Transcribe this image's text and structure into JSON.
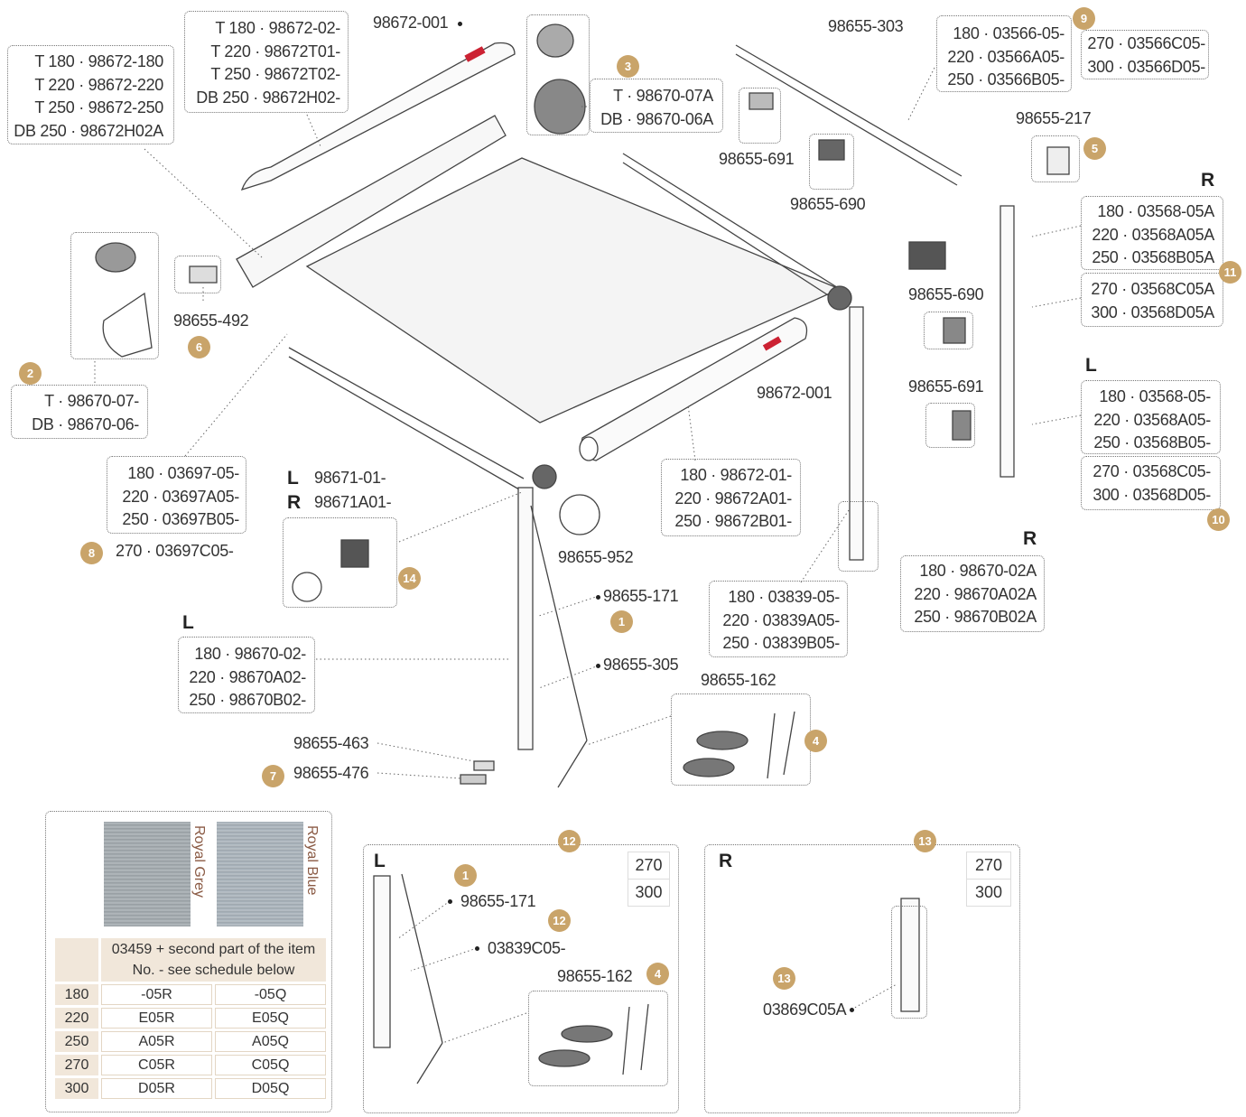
{
  "top_rail_parts": {
    "left_label_lines": [
      "T 180 · 98672-180",
      "T 220 · 98672-220",
      "T 250 · 98672-250",
      "DB 250 · 98672H02A"
    ],
    "center_label_lines": [
      "T 180 · 98672-02-",
      "T 220 · 98672T01-",
      "T 250 · 98672T02-",
      "DB 250 · 98672H02-"
    ],
    "cover_part": "98672-001"
  },
  "end_cap_3": {
    "badge": "3",
    "lines": [
      "T · 98670-07A",
      "DB · 98670-06A"
    ]
  },
  "end_cap_2": {
    "badge": "2",
    "lines": [
      "T · 98670-07-",
      "DB · 98670-06-"
    ]
  },
  "bracket_6": {
    "badge": "6",
    "part": "98655-492"
  },
  "rafter_9": {
    "part": "98655-303",
    "badge": "9",
    "lines_a": [
      "180 · 03566-05-",
      "220 · 03566A05-",
      "250 · 03566B05-"
    ],
    "lines_b": [
      "270 · 03566C05-",
      "300 · 03566D05-"
    ]
  },
  "clips": {
    "part_691_top": "98655-691",
    "part_690_top": "98655-690",
    "part_690_mid": "98655-690",
    "part_691_mid": "98655-691"
  },
  "part_5": {
    "badge": "5",
    "part": "98655-217"
  },
  "leg_11": {
    "side": "R",
    "badge": "11",
    "lines_a": [
      "180 · 03568-05A",
      "220 · 03568A05A",
      "250 · 03568B05A"
    ],
    "lines_b": [
      "270 · 03568C05A",
      "300 · 03568D05A"
    ]
  },
  "leg_10": {
    "side": "L",
    "badge": "10",
    "lines_a": [
      "180 · 03568-05-",
      "220 · 03568A05-",
      "250 · 03568B05-"
    ],
    "lines_b": [
      "270 · 03568C05-",
      "300 · 03568D05-"
    ]
  },
  "front_cover": {
    "part": "98672-001",
    "lines": [
      "180 · 98672-01-",
      "220 · 98672A01-",
      "250 · 98672B01-"
    ]
  },
  "rafter_8": {
    "badge": "8",
    "lines": [
      "180 · 03697-05-",
      "220 · 03697A05-",
      "250 · 03697B05-"
    ],
    "extra": "270 · 03697C05-"
  },
  "kit_14": {
    "badge": "14",
    "side_l": "L",
    "side_r": "R",
    "part_l": "98671-01-",
    "part_r": "98671A01-"
  },
  "part_952": "98655-952",
  "leg_right_front": {
    "lines": [
      "180 · 03839-05-",
      "220 · 03839A05-",
      "250 · 03839B05-"
    ]
  },
  "leg_r_side": {
    "side": "R",
    "lines": [
      "180 · 98670-02A",
      "220 · 98670A02A",
      "250 · 98670B02A"
    ]
  },
  "leg_l_side": {
    "side": "L",
    "lines": [
      "180 · 98670-02-",
      "220 · 98670A02-",
      "250 · 98670B02-"
    ]
  },
  "part_1": {
    "badge": "1",
    "part": "98655-171"
  },
  "part_305": "98655-305",
  "kit_4": {
    "badge": "4",
    "part": "98655-162"
  },
  "part_463": "98655-463",
  "part_476": {
    "badge": "7",
    "part": "98655-476"
  },
  "fabric_schedule": {
    "swatches": [
      "Royal Grey",
      "Royal Blue"
    ],
    "header": "03459 + second part of the item No. - see schedule below",
    "rows": [
      {
        "size": "180",
        "grey": "-05R",
        "blue": "-05Q"
      },
      {
        "size": "220",
        "grey": "E05R",
        "blue": "E05Q"
      },
      {
        "size": "250",
        "grey": "A05R",
        "blue": "A05Q"
      },
      {
        "size": "270",
        "grey": "C05R",
        "blue": "C05Q"
      },
      {
        "size": "300",
        "grey": "D05R",
        "blue": "D05Q"
      }
    ],
    "colors": {
      "royal_grey": "#9aa1a6",
      "royal_blue": "#9ea8b0"
    }
  },
  "panel_12": {
    "badge": "12",
    "side": "L",
    "sizes": [
      "270",
      "300"
    ],
    "part_1_badge": "1",
    "part_171": "98655-171",
    "part_12_badge": "12",
    "part_leg": "03839C05-",
    "kit_badge": "4",
    "kit_part": "98655-162"
  },
  "panel_13": {
    "badge": "13",
    "side": "R",
    "sizes": [
      "270",
      "300"
    ],
    "part_badge": "13",
    "part": "03869C05A"
  },
  "colors": {
    "badge": "#c9a46a",
    "outline": "#777777",
    "accent_red": "#cc2233"
  }
}
